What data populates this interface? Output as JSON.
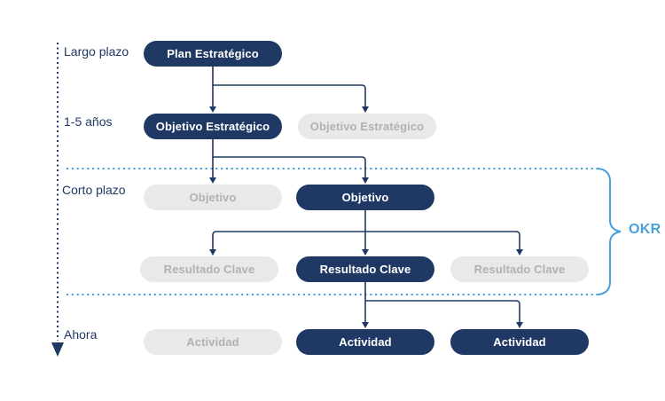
{
  "colors": {
    "navy": "#1f3864",
    "box_gray": "#e9e9e9",
    "gray_text": "#b2b2b2",
    "accent_blue": "#4ba0dc",
    "background": "#ffffff"
  },
  "timeline": {
    "largo_plazo": "Largo plazo",
    "anos_1_5": "1-5 años",
    "corto_plazo": "Corto plazo",
    "ahora": "Ahora"
  },
  "okr": {
    "label": "OKR"
  },
  "nodes": {
    "plan_estrategico": "Plan Estratégico",
    "objetivo_estrategico_active": "Objetivo Estratégico",
    "objetivo_estrategico_inactive": "Objetivo Estratégico",
    "objetivo_inactive": "Objetivo",
    "objetivo_active": "Objetivo",
    "resultado_clave_inactive_left": "Resultado Clave",
    "resultado_clave_active": "Resultado Clave",
    "resultado_clave_inactive_right": "Resultado Clave",
    "actividad_inactive": "Actividad",
    "actividad_active_center": "Actividad",
    "actividad_active_right": "Actividad"
  }
}
